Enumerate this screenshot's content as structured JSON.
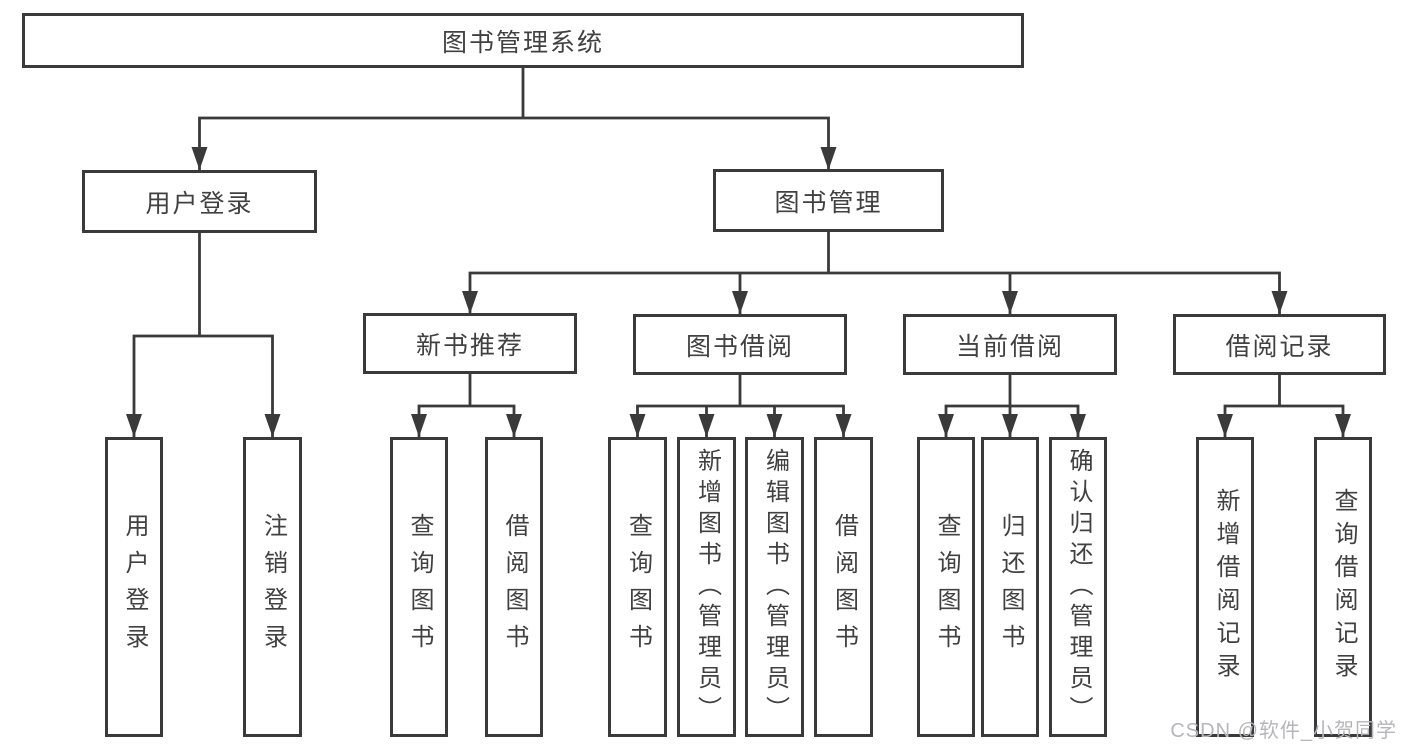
{
  "tree": {
    "root": "图书管理系统",
    "level2": [
      {
        "label": "用户登录",
        "children": [
          "用户登录",
          "注销登录"
        ]
      },
      {
        "label": "图书管理",
        "sections": [
          {
            "label": "新书推荐",
            "children": [
              "查询图书",
              "借阅图书"
            ]
          },
          {
            "label": "图书借阅",
            "children": [
              "查询图书",
              "新增图书（管理员）",
              "编辑图书（管理员）",
              "借阅图书"
            ]
          },
          {
            "label": "当前借阅",
            "children": [
              "查询图书",
              "归还图书",
              "确认归还（管理员）"
            ]
          },
          {
            "label": "借阅记录",
            "children": [
              "新增借阅记录",
              "查询借阅记录"
            ]
          }
        ]
      }
    ]
  },
  "watermark": "CSDN @软件_小贺同学",
  "colors": {
    "line": "#3a3a3a",
    "text": "#414141",
    "watermark": "#b6b6ba",
    "background": "#ffffff"
  }
}
